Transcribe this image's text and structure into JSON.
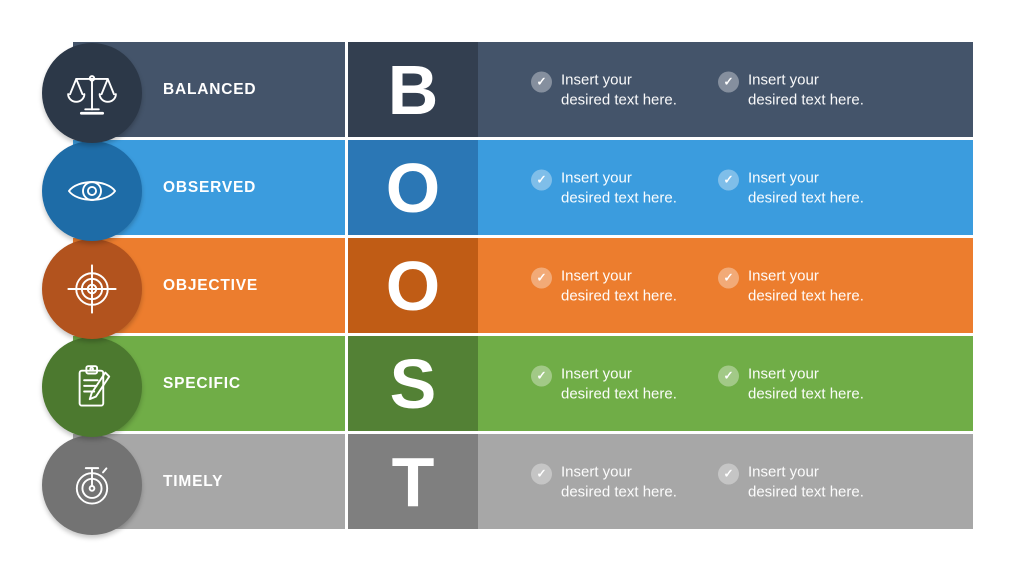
{
  "page": {
    "background_color": "#ffffff",
    "separator_color": "#ffffff",
    "acronym": "BOOST"
  },
  "icons": {
    "check": "✓",
    "row_icons": [
      "scales-icon",
      "eye-icon",
      "target-icon",
      "clipboard-pencil-icon",
      "stopwatch-icon"
    ]
  },
  "rows": [
    {
      "label": "BALANCED",
      "letter": "B",
      "icon": "scales-icon",
      "colors": {
        "band": "#44546A",
        "column": "#333F50",
        "circle": "#2C3848"
      },
      "bullets": [
        {
          "text": "Insert your\ndesired text here."
        },
        {
          "text": "Insert your\ndesired text here."
        }
      ]
    },
    {
      "label": "OBSERVED",
      "letter": "O",
      "icon": "eye-icon",
      "colors": {
        "band": "#3B9CDE",
        "column": "#2B77B5",
        "circle": "#1E6CA7"
      },
      "bullets": [
        {
          "text": "Insert your\ndesired text here."
        },
        {
          "text": "Insert your\ndesired text here."
        }
      ]
    },
    {
      "label": "OBJECTIVE",
      "letter": "O",
      "icon": "target-icon",
      "colors": {
        "band": "#EC7D2E",
        "column": "#C05C15",
        "circle": "#B2531E"
      },
      "bullets": [
        {
          "text": "Insert your\ndesired text here."
        },
        {
          "text": "Insert your\ndesired text here."
        }
      ]
    },
    {
      "label": "SPECIFIC",
      "letter": "S",
      "icon": "clipboard-pencil-icon",
      "colors": {
        "band": "#70AD47",
        "column": "#538135",
        "circle": "#4C792F"
      },
      "bullets": [
        {
          "text": "Insert your\ndesired text here."
        },
        {
          "text": "Insert your\ndesired text here."
        }
      ]
    },
    {
      "label": "TIMELY",
      "letter": "T",
      "icon": "stopwatch-icon",
      "colors": {
        "band": "#A7A7A7",
        "column": "#7F7F7F",
        "circle": "#737373"
      },
      "bullets": [
        {
          "text": "Insert your\ndesired text here."
        },
        {
          "text": "Insert your\ndesired text here."
        }
      ]
    }
  ]
}
